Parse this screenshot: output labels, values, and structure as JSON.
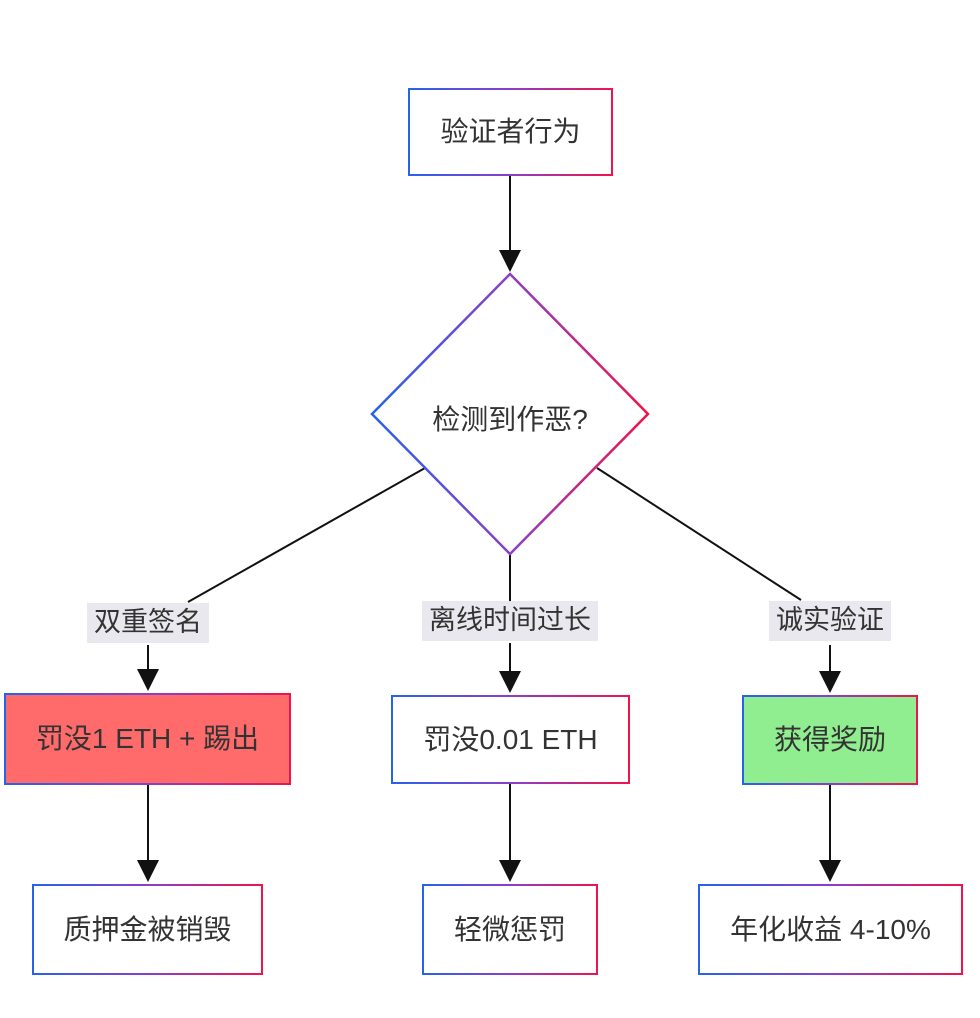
{
  "diagram": {
    "type": "flowchart",
    "nodes": {
      "start": {
        "label": "验证者行为",
        "shape": "rect",
        "fill": "white"
      },
      "decision": {
        "label": "检测到作恶?",
        "shape": "diamond",
        "fill": "white"
      },
      "slash_major": {
        "label": "罚没1 ETH + 踢出",
        "shape": "rect",
        "fill": "red"
      },
      "slash_minor": {
        "label": "罚没0.01 ETH",
        "shape": "rect",
        "fill": "white"
      },
      "reward": {
        "label": "获得奖励",
        "shape": "rect",
        "fill": "green"
      },
      "stake_destroyed": {
        "label": "质押金被销毁",
        "shape": "rect",
        "fill": "white"
      },
      "minor_penalty": {
        "label": "轻微惩罚",
        "shape": "rect",
        "fill": "white"
      },
      "annual_yield": {
        "label": "年化收益 4-10%",
        "shape": "rect",
        "fill": "white"
      }
    },
    "edge_labels": {
      "double_sign": "双重签名",
      "offline_too_long": "离线时间过长",
      "honest_validation": "诚实验证"
    }
  },
  "colors": {
    "g_blue": "#2563eb",
    "g_purple": "#8a3fc9",
    "g_red": "#f1134a",
    "fill_red": "#ff6b6b",
    "fill_green": "#90ee90",
    "label_bg": "#e8e8ee",
    "text": "#333333",
    "line": "#111111",
    "page_bg": "#ffffff"
  }
}
